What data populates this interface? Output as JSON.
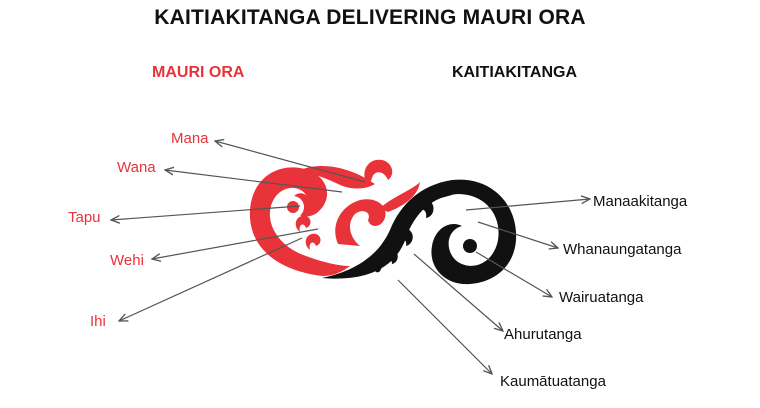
{
  "title": "KAITIAKITANGA DELIVERING MAURI ORA",
  "left_heading": "MAURI ORA",
  "right_heading": "KAITIAKITANGA",
  "left_labels": [
    "Mana",
    "Wana",
    "Tapu",
    "Wehi",
    "Ihi"
  ],
  "right_labels": [
    "Manaakitanga",
    "Whanaungatanga",
    "Wairuatanga",
    "Ahurutanga",
    "Kaumātuatanga"
  ],
  "colors": {
    "red": "#e8333a",
    "black": "#111111",
    "arrow": "#555555"
  }
}
